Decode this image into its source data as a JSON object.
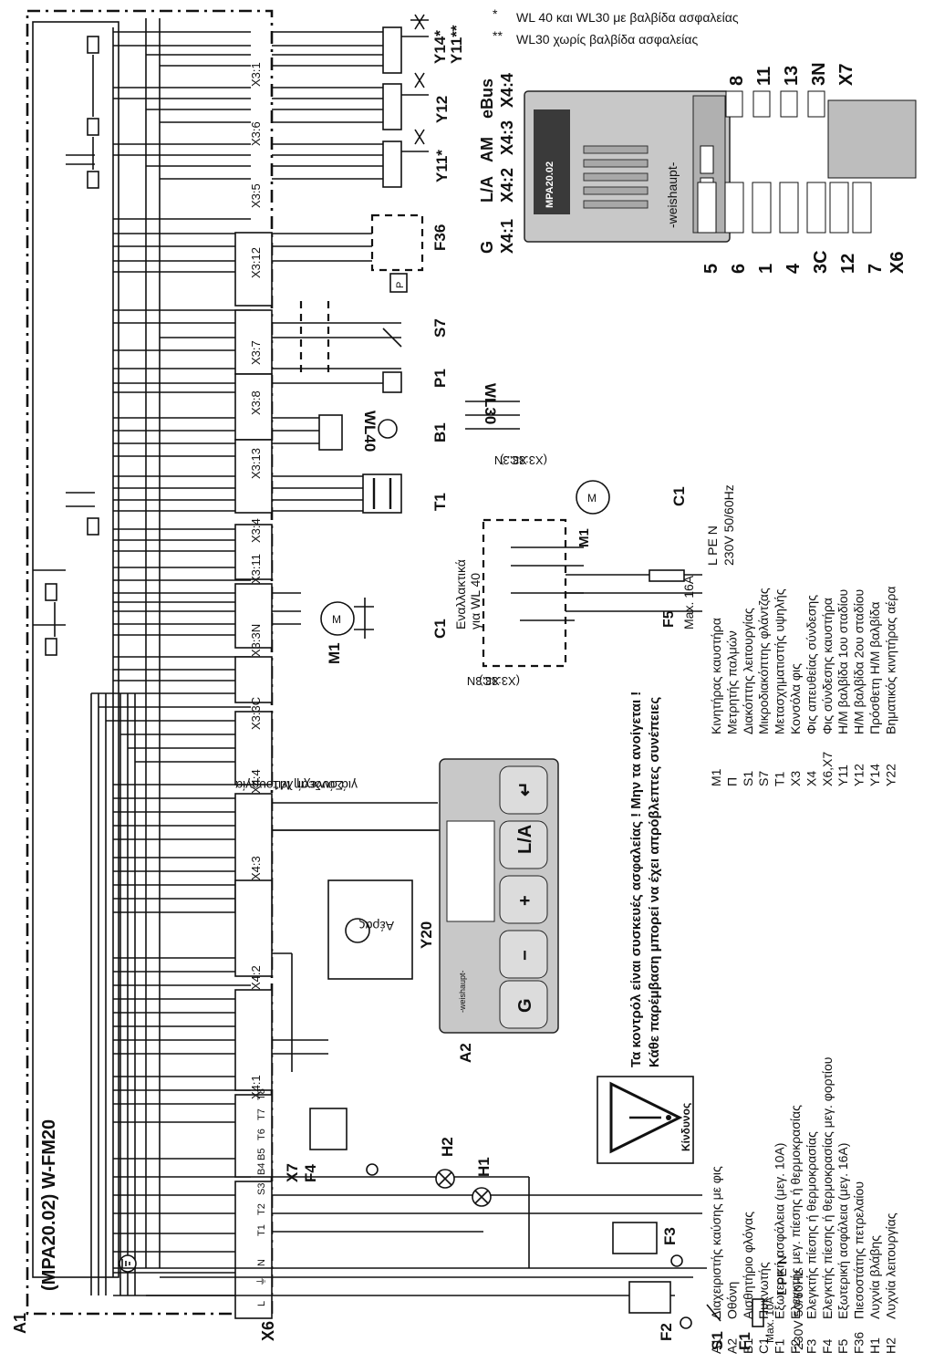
{
  "controller": {
    "title": "(MPA20.02) W-FM20",
    "ref": "A1",
    "x6": "X6"
  },
  "supply_left": {
    "lpen": "L PE N",
    "volt": "230V 50/60Hz",
    "max": "Max. 10A",
    "f1": "F1",
    "s1": "S1",
    "f2": "F2"
  },
  "supply_mid": {
    "lpen": "L PE N",
    "volt": "230V 50/60Hz",
    "max": "Max. 16A",
    "f5": "F5"
  },
  "terminals_x6": [
    "L",
    "⏚",
    "N",
    "T1",
    "T2",
    "S3",
    "B4"
  ],
  "terminals_x7": [
    "B5",
    "T6",
    "T7",
    "T8"
  ],
  "refs": {
    "x7": "X7",
    "f4": "F4",
    "f3": "F3",
    "h1": "H1",
    "h2": "H2",
    "a2": "A2",
    "y20": "Y20",
    "air": "Αέρας",
    "x41": "X4:1",
    "x42": "X4:2",
    "x43": "X4:3",
    "x44": "X4:4",
    "x33c": "X3:3C",
    "x33n": "X3:3N",
    "x311": "X3:11",
    "x34": "X3:4",
    "x313": "X3:13",
    "x38": "X3:8",
    "x37": "X3:7",
    "x312": "X3:12",
    "x35": "X3:5",
    "x36": "X3:6",
    "x31": "X3:1",
    "m1": "M1",
    "c1": "C1",
    "t1": "T1",
    "b1": "B1",
    "p1": "P1",
    "s7": "S7",
    "f36": "F36",
    "y11": "Y11*",
    "y12": "Y12",
    "y14": "Y14*",
    "y11b": "Y11**",
    "wl40": "WL40",
    "wl30": "WL30",
    "pbox": "P",
    "m1b": "M1",
    "c1b": "C1",
    "x33n_b": "X3:3N",
    "x33c_b": "(X3:3C)",
    "x33n_c": "X3:3N",
    "x33c_c": "(X3:3C..)"
  },
  "m1_note": [
    "Σύνδεση M1",
    "γιά συνεχή λειτουργία"
  ],
  "alt_note": [
    "Εναλλακτικά",
    "για WL 40"
  ],
  "warning": {
    "lines": [
      "Τα κοντρόλ είναι συσκευές ασφαλείας ! Μην τα ανοίγεται !",
      "Κάθε παρέμβαση μπορεί να έχει απρόβλεπτες συνέπειες"
    ],
    "sign": "Κίνδυνος"
  },
  "display": {
    "brand": "-weishaupt-",
    "keys": [
      "G",
      "−",
      "+",
      "L/A",
      "↵"
    ]
  },
  "module": {
    "name": "MPA20.02",
    "brand": "-weishaupt-",
    "top_labels": [
      "G",
      "L/A",
      "AM",
      "eBus"
    ],
    "top_ports": [
      "X4:1",
      "X4:2",
      "X4:3",
      "X4:4"
    ],
    "right_labels": [
      "8",
      "11",
      "13",
      "3N",
      "X7"
    ],
    "bottom_labels": [
      "5",
      "6",
      "1",
      "4",
      "3C",
      "12",
      "7",
      "X6"
    ]
  },
  "footnotes": [
    {
      "mark": "*",
      "text": "WL 40 και WL30 με βαλβίδα ασφαλείας"
    },
    {
      "mark": "**",
      "text": "WL30 χωρίς βαλβίδα ασφαλείας"
    }
  ],
  "legend_left": [
    [
      "A1",
      "Διαχειριστής καύσης με φις"
    ],
    [
      "A2",
      "Οθόνη"
    ],
    [
      "B1",
      "Αισθητήριο φλόγας"
    ],
    [
      "C1",
      "Πυκνωτής"
    ],
    [
      "F1",
      "Εξωτερική ασφάλεια (μεγ. 10A)"
    ],
    [
      "F2",
      "Ελεγκτής μεγ. πίεσης ή θερμοκρασίας"
    ],
    [
      "F3",
      "Ελεγκτής πίεσης ή θερμοκρασίας"
    ],
    [
      "F4",
      "Ελεγκτής πίεσης ή θερμοκρασίας μεγ. φορτίου"
    ],
    [
      "F5",
      "Εξωτερική ασφάλεια (μεγ. 16A)"
    ],
    [
      "F36",
      "Πιεσοστάτης πετρελαίου"
    ],
    [
      "H1",
      "Λυχνία βλάβης"
    ],
    [
      "H2",
      "Λυχνία λειτουργίας"
    ]
  ],
  "legend_right": [
    [
      "M1",
      "Κινητήρας καυστήρα"
    ],
    [
      "Π",
      "Μετρητής παλμών"
    ],
    [
      "S1",
      "Διακόπτης λειτουργίας"
    ],
    [
      "S7",
      "Μικροδιακόπτης φλάντζας"
    ],
    [
      "T1",
      "Μετασχηματιστής υψηλής"
    ],
    [
      "X3",
      "Κονσόλα φις"
    ],
    [
      "X4",
      "Φις απευθείας σύνδεσης"
    ],
    [
      "X6,X7",
      "Φις σύνδεσης καυστήρα"
    ],
    [
      "Y11",
      "Η/Μ βαλβίδα 1ου σταδίου"
    ],
    [
      "Y12",
      "Η/Μ βαλβίδα 2ου σταδίου"
    ],
    [
      "Y14",
      "Πρόσθετη Η/Μ βαλβίδα"
    ],
    [
      "Y22",
      "Βηματικός κινητήρας αέρα"
    ]
  ]
}
